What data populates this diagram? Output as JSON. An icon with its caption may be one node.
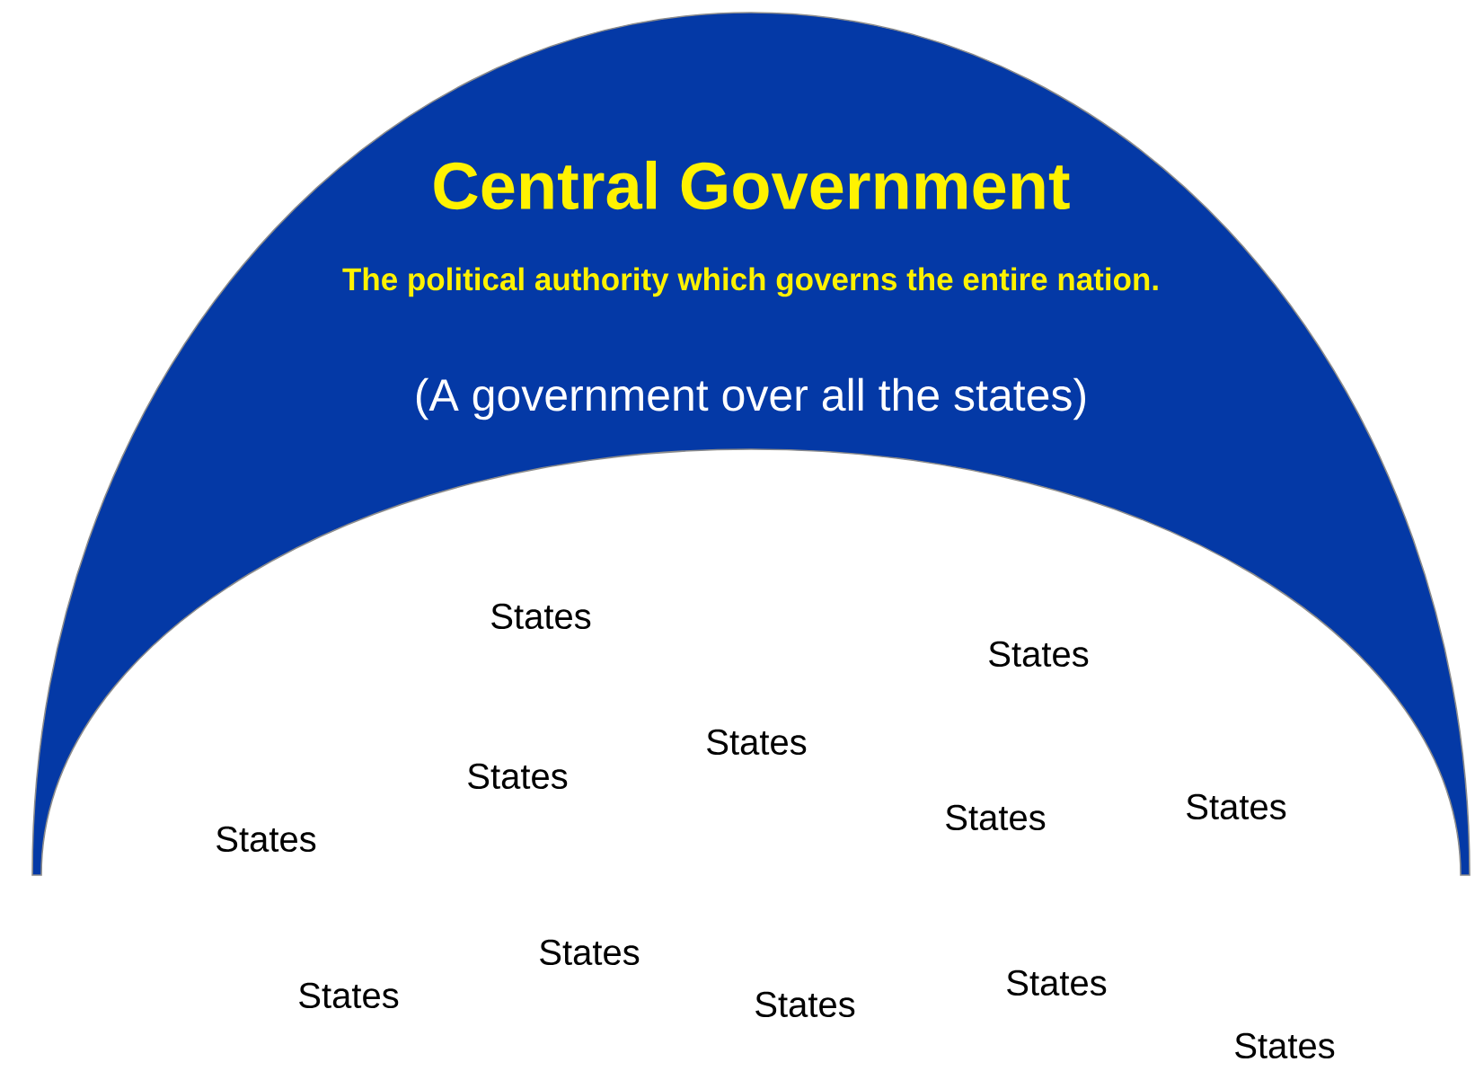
{
  "diagram": {
    "nodes": [
      {
        "text": [
          "Central Government",
          "The political authority which governs the entire nation.",
          "(A government over all the states)"
        ]
      }
    ],
    "labels": [
      "States",
      "States",
      "States",
      "States",
      "States",
      "States",
      "States",
      "States",
      "States",
      "States",
      "States",
      "States"
    ]
  }
}
